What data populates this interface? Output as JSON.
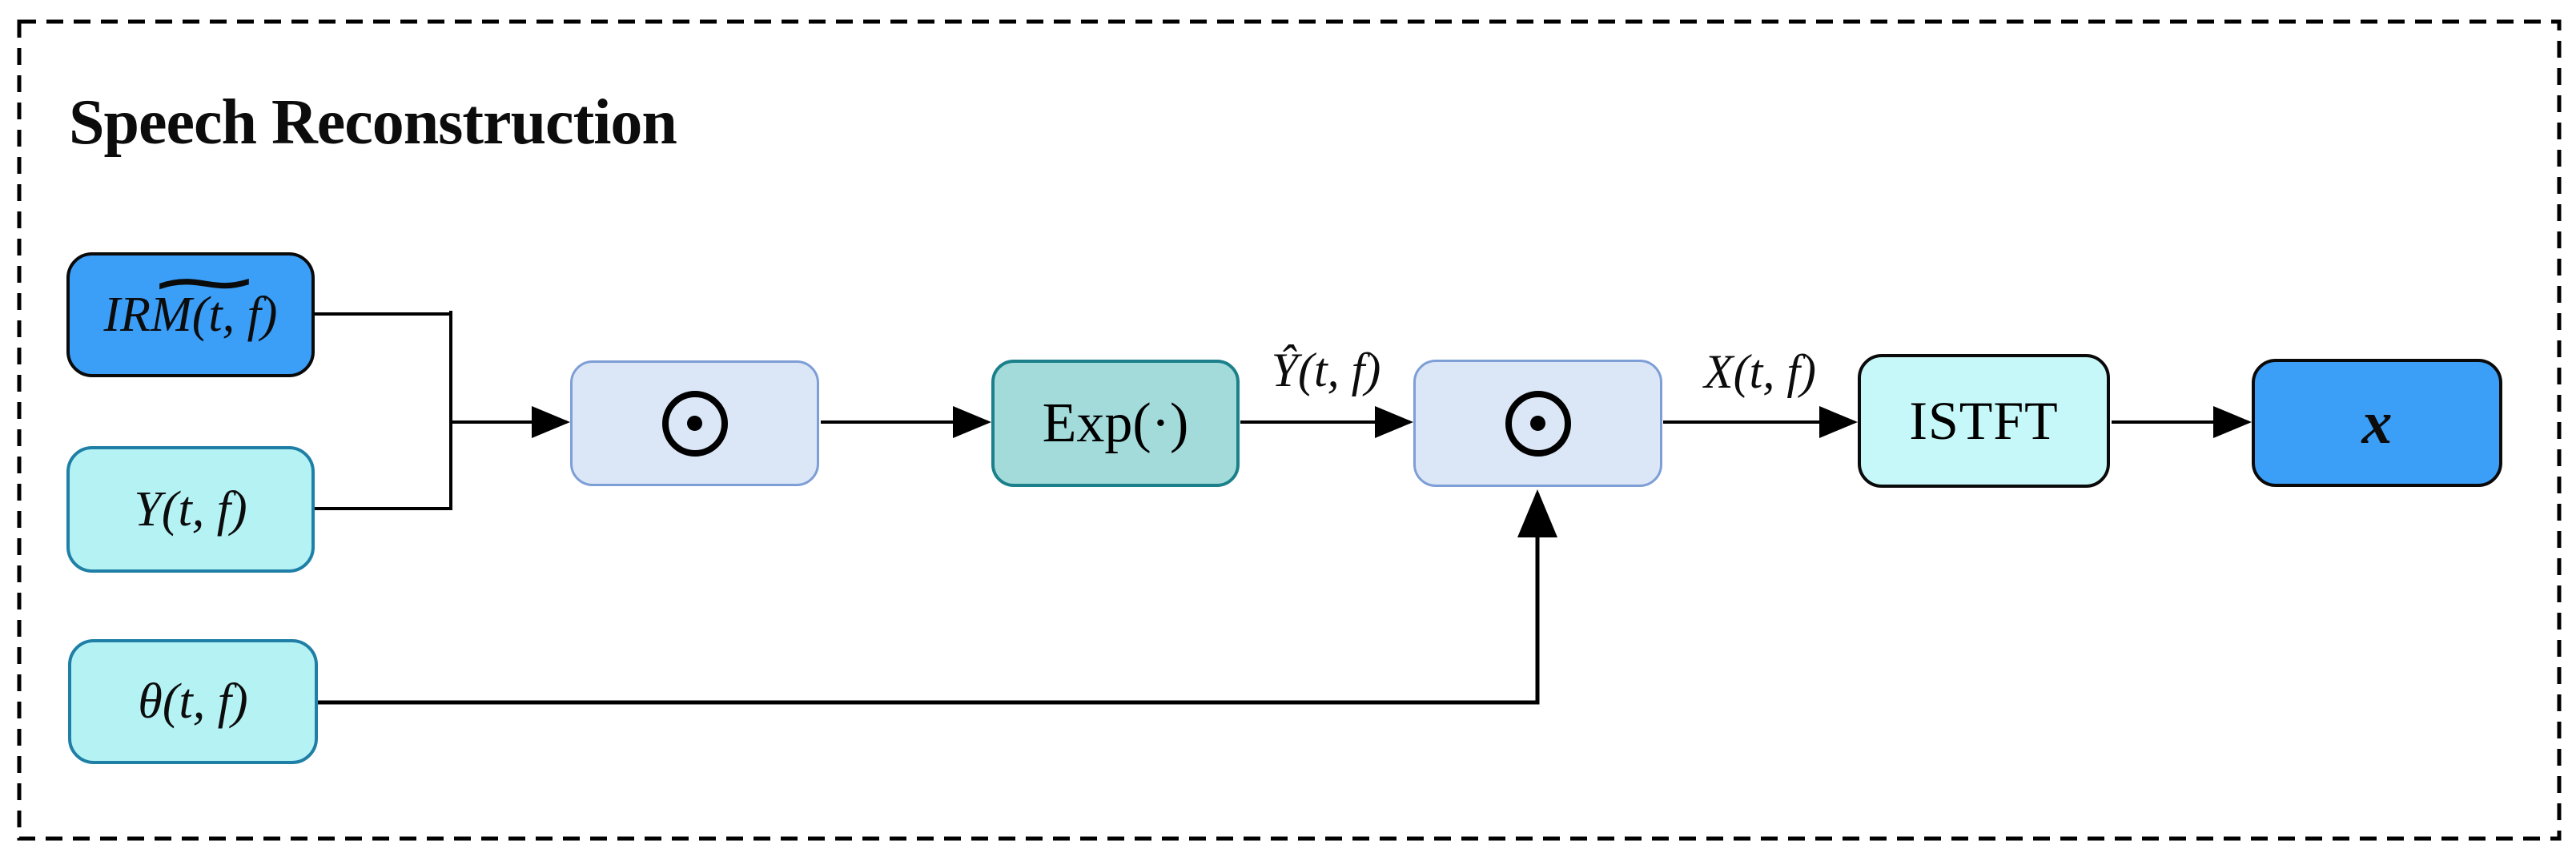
{
  "title": "Speech Reconstruction",
  "colors": {
    "input_blue": "#3b9ef7",
    "pale_cyan": "#b4f2f4",
    "cyan_border": "#1f7fa6",
    "pale_blue": "#dbe7f7",
    "pale_blue_border": "#7e9ed6",
    "teal_fill": "#a3dbda",
    "teal_border": "#1b808a",
    "istft_cyan": "#c7f8f9",
    "line_color": "#000000"
  },
  "nodes": {
    "irm": {
      "label": "IRM(t, f)",
      "tilde": "∼"
    },
    "y": {
      "label": "Y(t, f)"
    },
    "theta": {
      "label": "θ(t, f)"
    },
    "odot1": {
      "icon": "circled-dot-operator"
    },
    "exp": {
      "label": "Exp(·)"
    },
    "odot2": {
      "icon": "circled-dot-operator"
    },
    "istft": {
      "label": "ISTFT"
    },
    "x": {
      "label": "x"
    }
  },
  "edge_labels": {
    "y_hat": "Ŷ(t, f)",
    "x_tf": "X(t, f)"
  }
}
